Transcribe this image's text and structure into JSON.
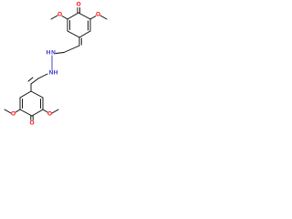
{
  "colors": {
    "bond": "#000000",
    "oxygen": "#ff0000",
    "nitrogen": "#3333cc",
    "background": "#ffffff"
  },
  "labels": {
    "top_ring": {
      "carbonyl_o": "O",
      "methoxy_o_left": "O",
      "methoxy_o_right": "O"
    },
    "linker": {
      "n_upper": "N",
      "n_lower": "N",
      "h_upper": "H",
      "h_lower": "H"
    },
    "bottom_ring": {
      "carbonyl_o": "O",
      "methoxy_o_left": "O",
      "methoxy_o_right": "O"
    }
  }
}
